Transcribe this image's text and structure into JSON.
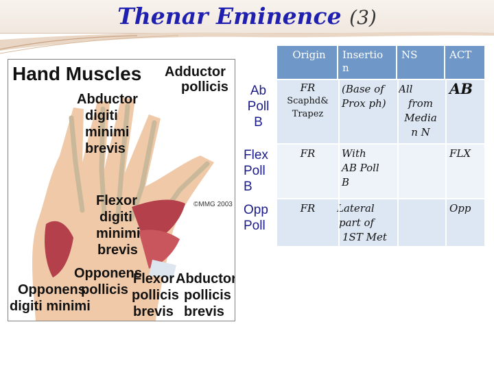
{
  "title": {
    "main": "Thenar Eminence",
    "number": "(3)"
  },
  "figure": {
    "labels": {
      "hand_muscles": "Hand Muscles",
      "adductor_pollicis": [
        "Adductor",
        "pollicis"
      ],
      "abductor_digiti_minimi_brevis": [
        "Abductor",
        "digiti",
        "minimi",
        "brevis"
      ],
      "flexor_digiti_minimi_brevis": [
        "Flexor",
        "digiti",
        "minimi",
        "brevis"
      ],
      "opponens_pollicis": [
        "Opponens",
        "pollicis"
      ],
      "opponens_digiti_minimi": [
        "Opponens",
        "digiti minimi"
      ],
      "flexor_pollicis_brevis": [
        "Flexor",
        "pollicis",
        "brevis"
      ],
      "abductor_pollicis_brevis": [
        "Abductor",
        "pollicis",
        "brevis"
      ],
      "copyright": "©MMG 2003"
    }
  },
  "table": {
    "headers": {
      "origin": "Origin",
      "insertion": [
        "Insertio",
        "n"
      ],
      "ns": "NS",
      "act": "ACT"
    },
    "rows": [
      {
        "label": [
          "Ab",
          "Poll",
          "B"
        ],
        "origin": [
          "FR",
          "Scaphd&",
          "Trapez"
        ],
        "insertion": [
          "(Base of",
          "Prox ph)"
        ],
        "ns": [
          "All",
          "from",
          "Media",
          "n N"
        ],
        "act": "AB"
      },
      {
        "label": [
          "Flex",
          "Poll",
          "B"
        ],
        "origin": [
          "FR"
        ],
        "insertion": [
          "With",
          "AB Poll",
          "B"
        ],
        "ns": [],
        "act": "FLX"
      },
      {
        "label": [
          "Opp",
          "Poll"
        ],
        "origin": [
          "FR"
        ],
        "insertion": [
          "Lateral",
          "part of",
          "1ST Met"
        ],
        "ns": [],
        "act": "Opp"
      }
    ]
  },
  "colors": {
    "header_bg": "#6f98c9",
    "row_bg": "#dde7f3",
    "label_color": "#1a1a8a",
    "title_color": "#1f1fb0"
  }
}
